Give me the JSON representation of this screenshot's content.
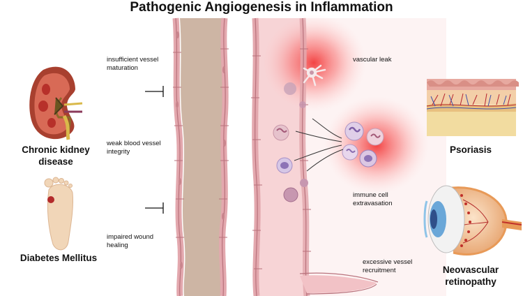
{
  "title": "Pathogenic Angiogenesis in Inflammation",
  "labels": {
    "insufficient": "insufficient vessel maturation",
    "weak": "weak blood vessel integrity",
    "impaired": "impaired wound healing",
    "vascular_leak": "vascular leak",
    "immune": "immune cell extravasation",
    "excessive": "excessive vessel recruitment"
  },
  "diseases": {
    "ckd": "Chronic kidney disease",
    "dm": "Diabetes Mellitus",
    "psoriasis": "Psoriasis",
    "neo": "Neovascular retinopathy"
  }
}
